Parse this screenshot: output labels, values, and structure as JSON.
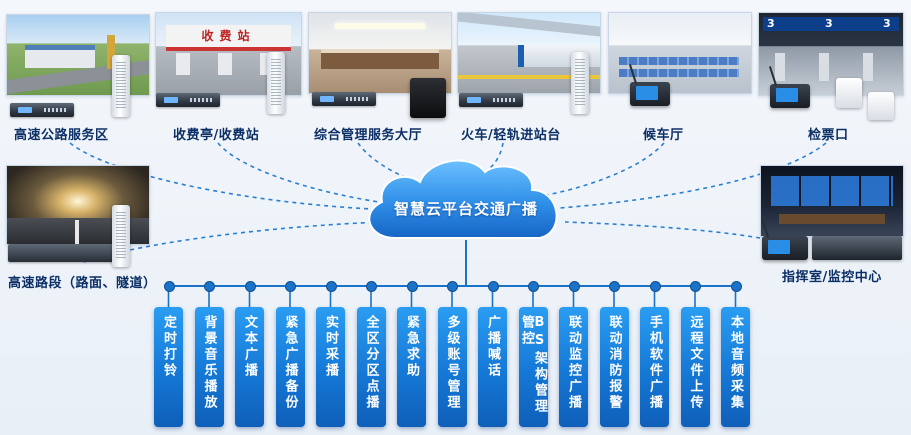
{
  "colors": {
    "primary": "#1a73c9",
    "label": "#0b2f66",
    "cloud": "#2f8fe8",
    "line": "#2b7fd0"
  },
  "platform": {
    "title": "智慧云平台交通广播"
  },
  "scenes": [
    {
      "id": "highway-service",
      "label": "高速公路服务区"
    },
    {
      "id": "toll-station",
      "label": "收费亭/收费站",
      "sign": "收费站"
    },
    {
      "id": "service-hall",
      "label": "综合管理服务大厅"
    },
    {
      "id": "train-platform",
      "label": "火车/轻轨进站台"
    },
    {
      "id": "waiting-hall",
      "label": "候车厅"
    },
    {
      "id": "ticket-gate",
      "label": "检票口",
      "screen_numbers": [
        "3",
        "3",
        "3"
      ]
    },
    {
      "id": "highway-section",
      "label": "高速路段（路面、隧道）"
    },
    {
      "id": "command-center",
      "label": "指挥室/监控中心"
    }
  ],
  "features": [
    "定时打铃",
    "背景音乐播放",
    "文本广播",
    "紧急广播备份",
    "实时采播",
    "全区分区点播",
    "紧急求助",
    "多级账号管理",
    "广播喊话",
    "BS架构管理管控",
    "联动监控广播",
    "联动消防报警",
    "手机软件广播",
    "远程文件上传",
    "本地音频采集"
  ]
}
